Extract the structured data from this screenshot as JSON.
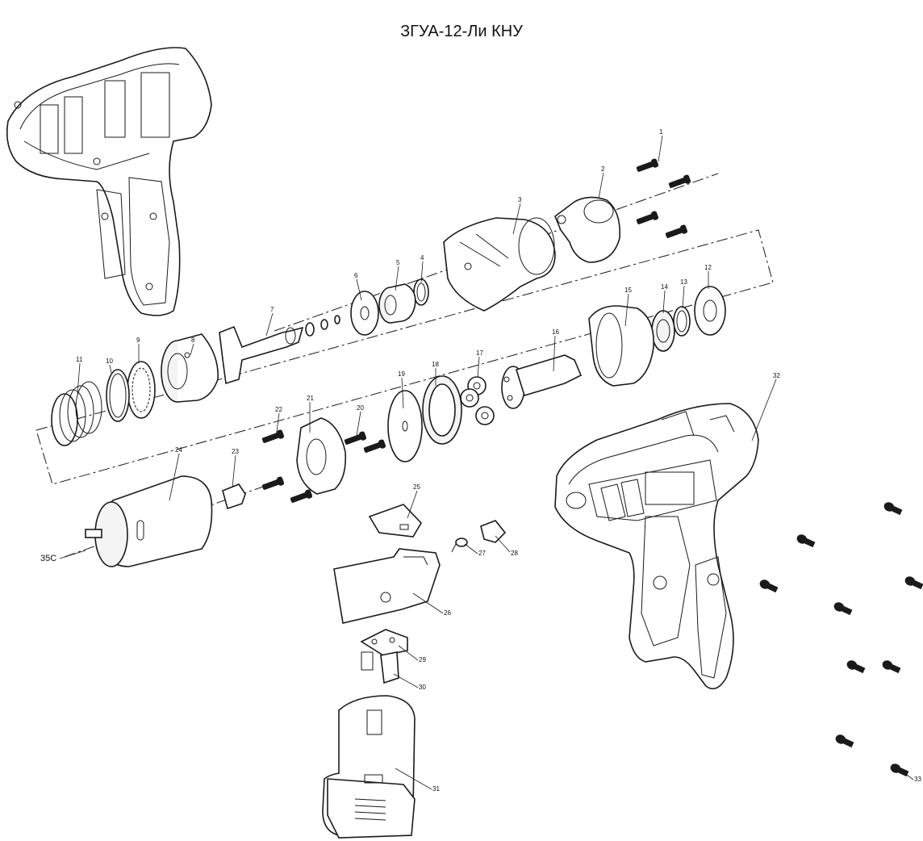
{
  "title": "ЗГУА-12-Ли КНУ",
  "callouts": {
    "p1": "1",
    "p2": "2",
    "p3": "3",
    "p4": "4",
    "p5": "5",
    "p6": "6",
    "p7": "7",
    "p8": "8",
    "p9": "9",
    "p10": "10",
    "p11": "11",
    "p12": "12",
    "p13": "13",
    "p14": "14",
    "p15": "15",
    "p16": "16",
    "p17": "17",
    "p18": "18",
    "p19": "19",
    "p20": "20",
    "p21": "21",
    "p22": "22",
    "p23": "23",
    "p24": "24",
    "p25": "25",
    "p26": "26",
    "p27": "27",
    "p28": "28",
    "p29": "29",
    "p30": "30",
    "p31": "31",
    "p32": "32",
    "p33": "33",
    "p35c": "35C"
  }
}
